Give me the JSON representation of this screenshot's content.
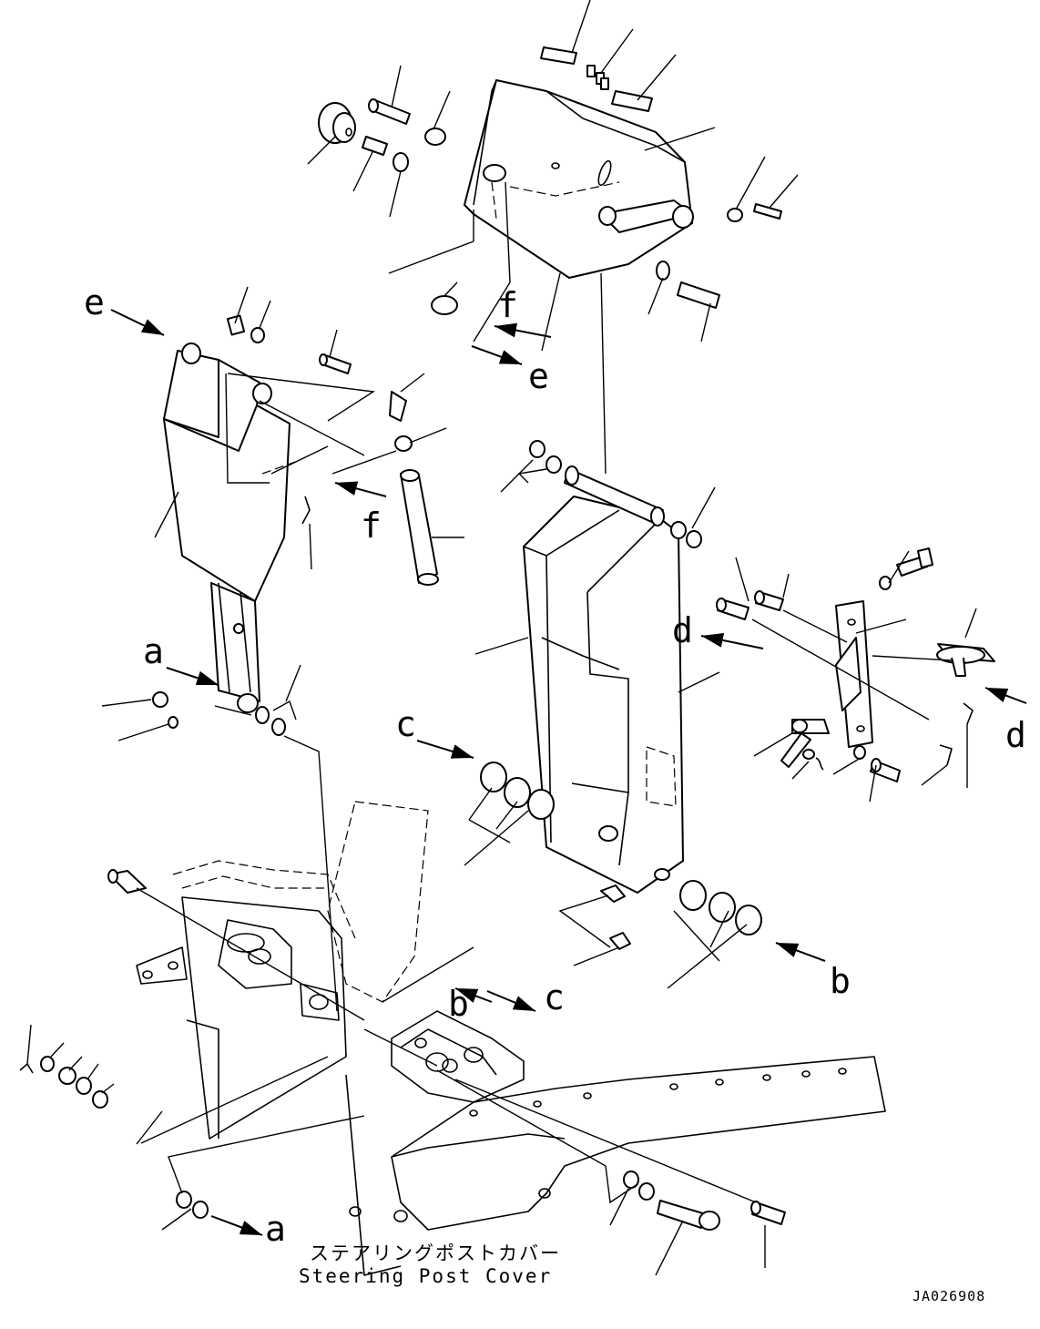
{
  "diagram": {
    "type": "exploded parts diagram",
    "callouts": {
      "a": "a",
      "b": "b",
      "c": "c",
      "d": "d",
      "e": "e",
      "f": "f"
    },
    "caption": {
      "japanese": "ステアリングポストカバー",
      "english": "Steering Post Cover"
    },
    "drawing_id": "JA026908"
  }
}
